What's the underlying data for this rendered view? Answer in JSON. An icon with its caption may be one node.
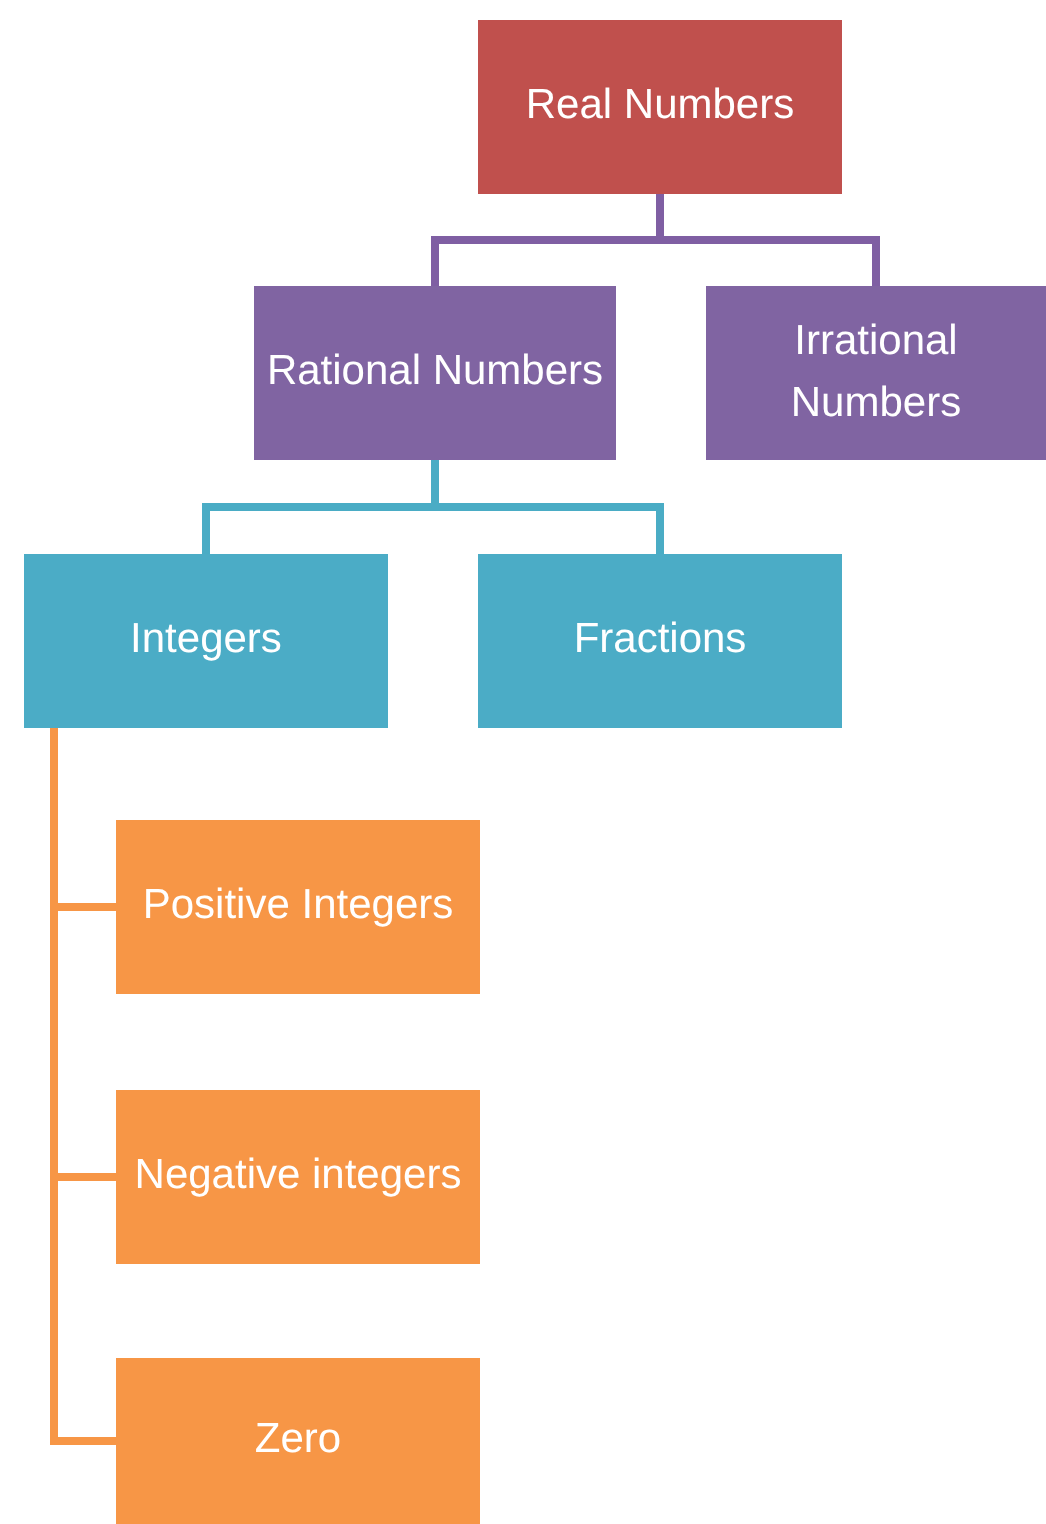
{
  "diagram": {
    "nodes": [
      {
        "text": [
          "Real Numbers"
        ]
      },
      {
        "text": [
          "Rational Numbers"
        ]
      },
      {
        "text": [
          "Irrational Numbers"
        ]
      },
      {
        "text": [
          "Integers"
        ]
      },
      {
        "text": [
          "Fractions"
        ]
      },
      {
        "text": [
          "Positive Integers"
        ]
      },
      {
        "text": [
          "Negative integers"
        ]
      },
      {
        "text": [
          "Zero"
        ]
      }
    ],
    "edges": [
      {
        "from": 0,
        "to": 1,
        "arrow": "none",
        "color": "#7f5fa3"
      },
      {
        "from": 0,
        "to": 2,
        "arrow": "none",
        "color": "#7f5fa3"
      },
      {
        "from": 1,
        "to": 3,
        "arrow": "none",
        "color": "#4aacc5"
      },
      {
        "from": 1,
        "to": 4,
        "arrow": "none",
        "color": "#4aacc5"
      },
      {
        "from": 3,
        "to": 5,
        "arrow": "none",
        "color": "#f79646"
      },
      {
        "from": 3,
        "to": 6,
        "arrow": "none",
        "color": "#f79646"
      },
      {
        "from": 3,
        "to": 7,
        "arrow": "none",
        "color": "#f79646"
      }
    ]
  }
}
